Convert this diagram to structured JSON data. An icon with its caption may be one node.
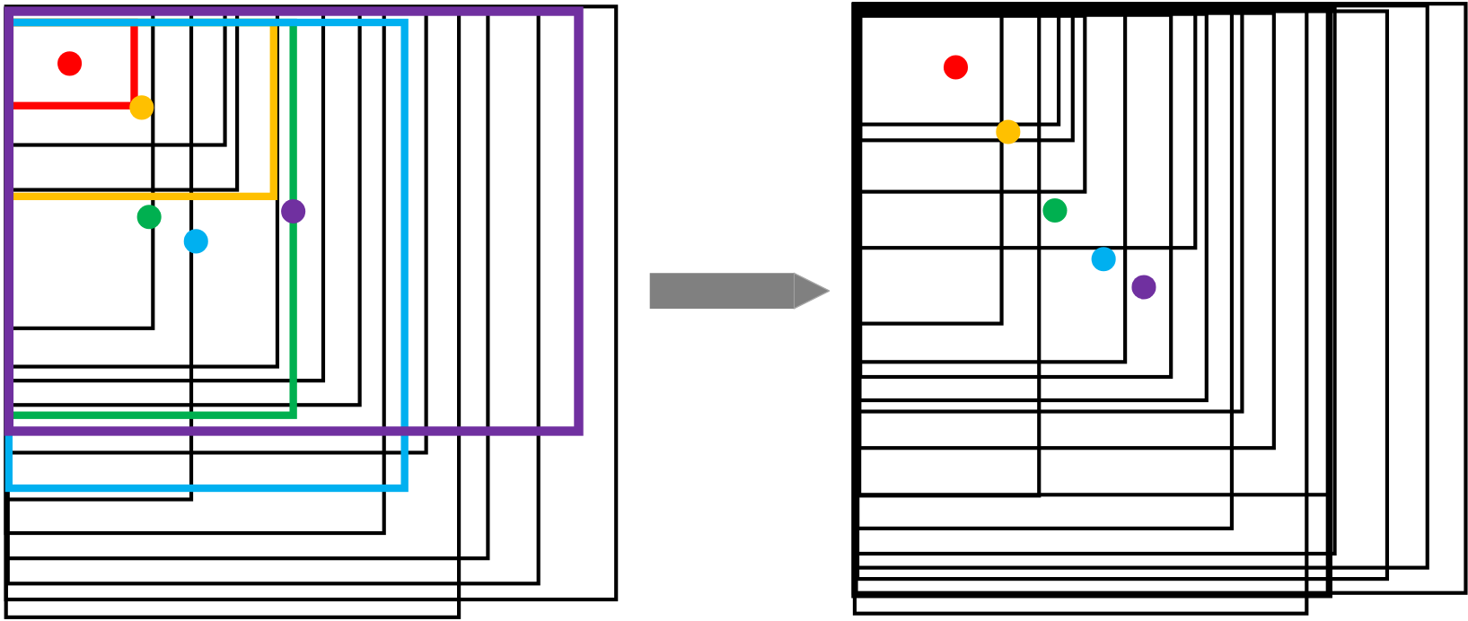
{
  "diagram": {
    "nodes": [
      {
        "text": [],
        "shape": "picture"
      },
      {
        "text": [],
        "shape": "picture"
      }
    ],
    "edges": [
      {
        "from": 0,
        "to": 1,
        "arrow": "to",
        "color": "#808080"
      }
    ]
  }
}
